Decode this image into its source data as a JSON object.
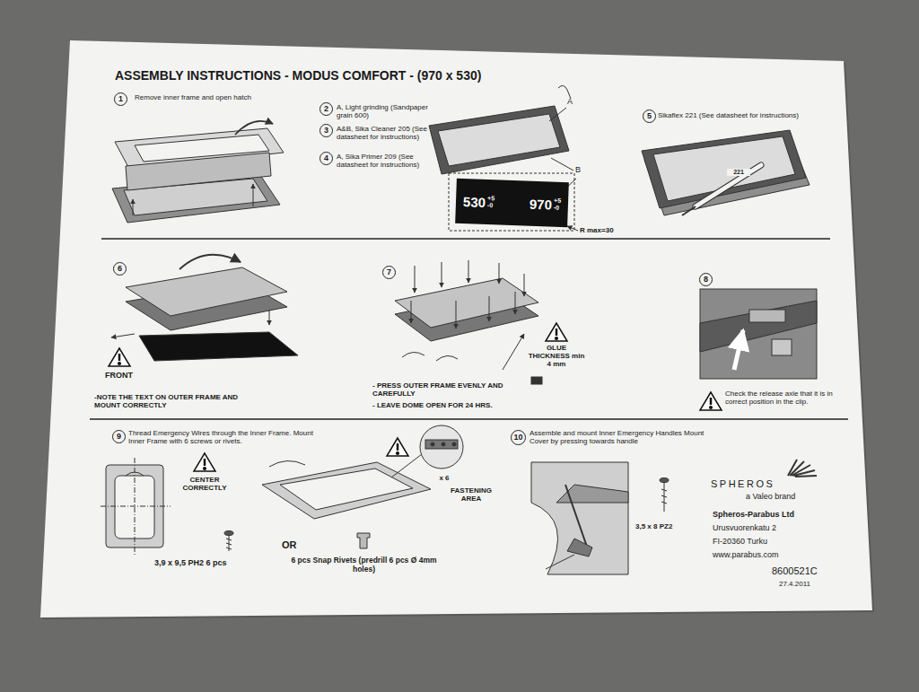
{
  "diagram": {
    "title": "ASSEMBLY INSTRUCTIONS - MODUS COMFORT - (970 x 530)",
    "nodes": [
      {
        "text": [
          "1"
        ]
      },
      {
        "text": [
          "2"
        ]
      },
      {
        "text": [
          "3"
        ]
      },
      {
        "text": [
          "4"
        ]
      },
      {
        "text": [
          "5"
        ]
      },
      {
        "text": [
          "6"
        ]
      },
      {
        "text": [
          "7"
        ]
      },
      {
        "text": [
          "8"
        ]
      },
      {
        "text": [
          "9"
        ]
      },
      {
        "text": [
          "10"
        ]
      },
      {
        "text": [
          "530",
          "+5",
          "-0",
          "970",
          "+5",
          "-0"
        ]
      }
    ],
    "labels": [
      "Remove inner frame and open hatch",
      "A, Light grinding (Sandpaper grain 600)",
      "A&B, Sika Cleaner 205 (See datasheet for instructions)",
      "A, Sika Primer 209 (See datasheet for instructions)",
      "A",
      "B",
      "R max=30",
      "Sikaflex 221 (See datasheet for instructions)",
      "221",
      "FRONT",
      "-NOTE THE TEXT ON OUTER FRAME AND MOUNT CORRECTLY",
      "GLUE THICKNESS min 4 mm",
      "- PRESS OUTER FRAME EVENLY AND CAREFULLY",
      "- LEAVE DOME OPEN FOR 24 HRS.",
      "Check the release axle that it is in correct position in the clip.",
      "Thread Emergency Wires through the Inner Frame. Mount Inner Frame with 6 screws or rivets.",
      "CENTER CORRECTLY",
      "3,9 x 9,5 PH2 6 pcs",
      "OR",
      "6 pcs Snap Rivets (predrill 6 pcs Ø 4mm holes)",
      "x 6",
      "FASTENING AREA",
      "Assemble and mount Inner Emergency Handles Mount Cover by pressing towards handle",
      "3,5 x 8 PZ2",
      "SPHEROS",
      "a Valeo brand",
      "Spheros-Parabus Ltd",
      "Urusvuorenkatu 2",
      "FI-20360 Turku",
      "www.parabus.com",
      "8600521C",
      "27.4.2011"
    ]
  }
}
